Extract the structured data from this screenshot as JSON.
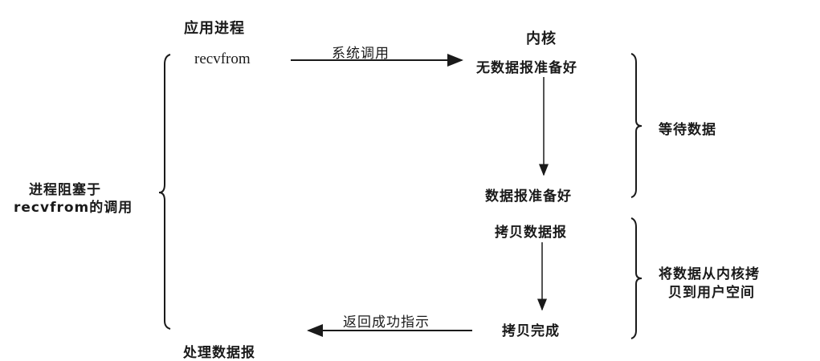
{
  "diagram": {
    "headers": {
      "app_process": "应用进程",
      "kernel": "内核"
    },
    "app_side": {
      "call": "recvfrom",
      "blocked_label_line1": "进程阻塞于",
      "blocked_label_line2": "recvfrom的调用",
      "process": "处理数据报"
    },
    "kernel_side": {
      "no_datagram_ready": "无数据报准备好",
      "datagram_ready": "数据报准备好",
      "copy_datagram": "拷贝数据报",
      "copy_complete": "拷贝完成"
    },
    "arrows": {
      "system_call": "系统调用",
      "return_ok": "返回成功指示"
    },
    "phases": {
      "wait_for_data": "等待数据",
      "copy_line1": "将数据从内核拷",
      "copy_line2": "贝到用户空间"
    },
    "colors": {
      "ink": "#1a1a1a",
      "background": "#ffffff"
    }
  }
}
